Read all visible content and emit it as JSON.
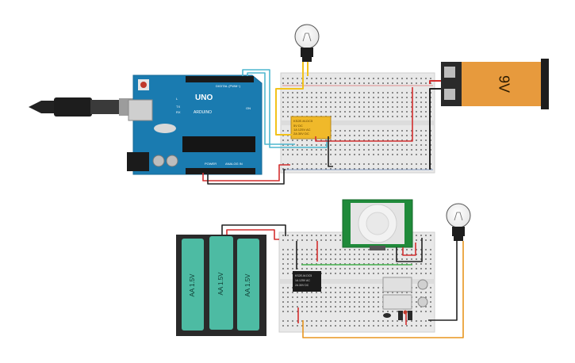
{
  "arduino": {
    "logo": "UNO",
    "brand": "ARDUINO",
    "digital_label": "DIGITAL (PWM~)",
    "analog_label": "ANALOG IN",
    "power_label": "POWER",
    "tx_label": "TX",
    "rx_label": "RX",
    "on_label": "ON",
    "l_label": "L"
  },
  "battery9v": {
    "label": "9V"
  },
  "relay_top": {
    "line1": "KS2E-M-DC5",
    "line2": "5V DC",
    "line3": "1A 125V AC",
    "line4": "2A 30V DC"
  },
  "relay_bottom": {
    "line1": "KS2E-M-DC5",
    "line2": "1A 125V AC",
    "line3": "2A 30V DC"
  },
  "aa_pack": {
    "cell_label": "AA 1.5V"
  },
  "colors": {
    "arduino_board": "#1a7bb0",
    "breadboard": "#e8e8e8",
    "battery_orange": "#e79a3d",
    "aa_cell": "#4dbba3",
    "pir_board": "#1f8a3a",
    "wire_red": "#d32f2f",
    "wire_black": "#222222",
    "wire_yellow": "#f2c21b",
    "wire_blue": "#4fb7cf",
    "wire_orange": "#e8961f",
    "wire_green": "#43b04a"
  },
  "icons": [
    "usb-cable-icon",
    "bulb-icon",
    "pir-sensor-icon"
  ]
}
